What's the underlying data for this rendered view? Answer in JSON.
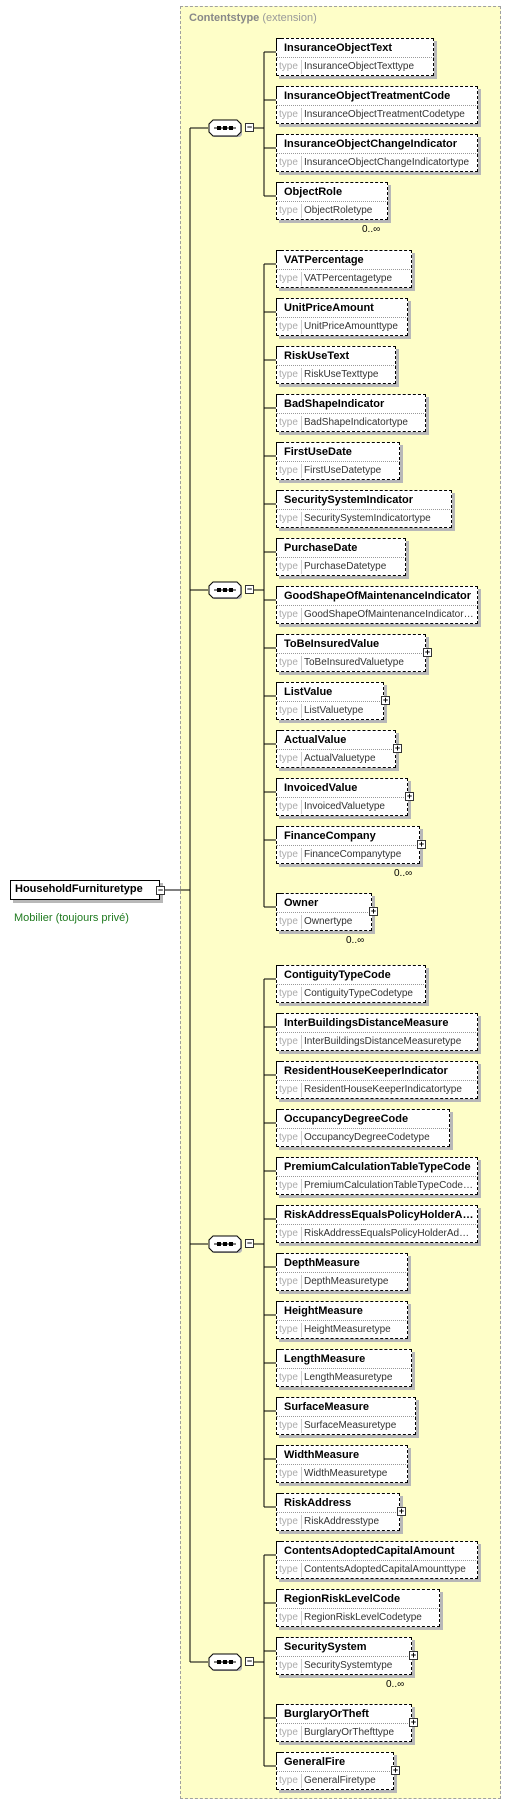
{
  "diagram": {
    "extension": {
      "title": "Contentstype",
      "kind": "(extension)"
    },
    "root": {
      "name": "HouseholdFurnituretype",
      "documentation": "Mobilier (toujours privé)"
    },
    "type_keyword": "type",
    "groups": [
      {
        "elements": [
          {
            "name": "InsuranceObjectText",
            "type": "InsuranceObjectTexttype",
            "complex": false,
            "multiplicity": ""
          },
          {
            "name": "InsuranceObjectTreatmentCode",
            "type": "InsuranceObjectTreatmentCodetype",
            "complex": false,
            "multiplicity": ""
          },
          {
            "name": "InsuranceObjectChangeIndicator",
            "type": "InsuranceObjectChangeIndicatortype",
            "complex": false,
            "multiplicity": ""
          },
          {
            "name": "ObjectRole",
            "type": "ObjectRoletype",
            "complex": false,
            "multiplicity": "0..∞"
          }
        ]
      },
      {
        "elements": [
          {
            "name": "VATPercentage",
            "type": "VATPercentagetype",
            "complex": false,
            "multiplicity": ""
          },
          {
            "name": "UnitPriceAmount",
            "type": "UnitPriceAmounttype",
            "complex": false,
            "multiplicity": ""
          },
          {
            "name": "RiskUseText",
            "type": "RiskUseTexttype",
            "complex": false,
            "multiplicity": ""
          },
          {
            "name": "BadShapeIndicator",
            "type": "BadShapeIndicatortype",
            "complex": false,
            "multiplicity": ""
          },
          {
            "name": "FirstUseDate",
            "type": "FirstUseDatetype",
            "complex": false,
            "multiplicity": ""
          },
          {
            "name": "SecuritySystemIndicator",
            "type": "SecuritySystemIndicatortype",
            "complex": false,
            "multiplicity": ""
          },
          {
            "name": "PurchaseDate",
            "type": "PurchaseDatetype",
            "complex": false,
            "multiplicity": ""
          },
          {
            "name": "GoodShapeOfMaintenanceIndicator",
            "type": "GoodShapeOfMaintenanceIndicatortype",
            "complex": false,
            "multiplicity": ""
          },
          {
            "name": "ToBeInsuredValue",
            "type": "ToBeInsuredValuetype",
            "complex": true,
            "multiplicity": ""
          },
          {
            "name": "ListValue",
            "type": "ListValuetype",
            "complex": true,
            "multiplicity": ""
          },
          {
            "name": "ActualValue",
            "type": "ActualValuetype",
            "complex": true,
            "multiplicity": ""
          },
          {
            "name": "InvoicedValue",
            "type": "InvoicedValuetype",
            "complex": true,
            "multiplicity": ""
          },
          {
            "name": "FinanceCompany",
            "type": "FinanceCompanytype",
            "complex": true,
            "multiplicity": "0..∞"
          },
          {
            "name": "Owner",
            "type": "Ownertype",
            "complex": true,
            "multiplicity": "0..∞"
          }
        ]
      },
      {
        "elements": [
          {
            "name": "ContiguityTypeCode",
            "type": "ContiguityTypeCodetype",
            "complex": false,
            "multiplicity": ""
          },
          {
            "name": "InterBuildingsDistanceMeasure",
            "type": "InterBuildingsDistanceMeasuretype",
            "complex": false,
            "multiplicity": ""
          },
          {
            "name": "ResidentHouseKeeperIndicator",
            "type": "ResidentHouseKeeperIndicatortype",
            "complex": false,
            "multiplicity": ""
          },
          {
            "name": "OccupancyDegreeCode",
            "type": "OccupancyDegreeCodetype",
            "complex": false,
            "multiplicity": ""
          },
          {
            "name": "PremiumCalculationTableTypeCode",
            "type": "PremiumCalculationTableTypeCodetype",
            "complex": false,
            "multiplicity": ""
          },
          {
            "name": "RiskAddressEqualsPolicyHolderAddressIndicator",
            "type": "RiskAddressEqualsPolicyHolderAddressIndicatortype",
            "complex": false,
            "multiplicity": ""
          },
          {
            "name": "DepthMeasure",
            "type": "DepthMeasuretype",
            "complex": false,
            "multiplicity": ""
          },
          {
            "name": "HeightMeasure",
            "type": "HeightMeasuretype",
            "complex": false,
            "multiplicity": ""
          },
          {
            "name": "LengthMeasure",
            "type": "LengthMeasuretype",
            "complex": false,
            "multiplicity": ""
          },
          {
            "name": "SurfaceMeasure",
            "type": "SurfaceMeasuretype",
            "complex": false,
            "multiplicity": ""
          },
          {
            "name": "WidthMeasure",
            "type": "WidthMeasuretype",
            "complex": false,
            "multiplicity": ""
          },
          {
            "name": "RiskAddress",
            "type": "RiskAddresstype",
            "complex": true,
            "multiplicity": ""
          }
        ]
      },
      {
        "elements": [
          {
            "name": "ContentsAdoptedCapitalAmount",
            "type": "ContentsAdoptedCapitalAmounttype",
            "complex": false,
            "multiplicity": ""
          },
          {
            "name": "RegionRiskLevelCode",
            "type": "RegionRiskLevelCodetype",
            "complex": false,
            "multiplicity": ""
          },
          {
            "name": "SecuritySystem",
            "type": "SecuritySystemtype",
            "complex": true,
            "multiplicity": "0..∞"
          },
          {
            "name": "BurglaryOrTheft",
            "type": "BurglaryOrThefttype",
            "complex": true,
            "multiplicity": ""
          },
          {
            "name": "GeneralFire",
            "type": "GeneralFiretype",
            "complex": true,
            "multiplicity": ""
          }
        ]
      }
    ]
  }
}
